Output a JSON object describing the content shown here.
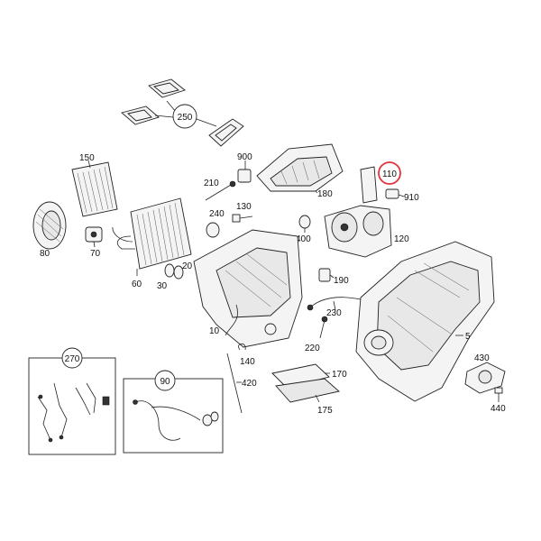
{
  "diagram": {
    "highlight_color": "#e0343a",
    "line_color": "#222222",
    "labels": {
      "l250": "250",
      "l150": "150",
      "l900": "900",
      "l110": "110",
      "l210": "210",
      "l180": "180",
      "l910": "910",
      "l130": "130",
      "l240": "240",
      "l400": "400",
      "l120": "120",
      "l80": "80",
      "l70": "70",
      "l20": "20",
      "l60": "60",
      "l30": "30",
      "l190": "190",
      "l230": "230",
      "l5": "5",
      "l10": "10",
      "l220": "220",
      "l430": "430",
      "l140": "140",
      "l170": "170",
      "l420": "420",
      "l175": "175",
      "l440": "440",
      "l270": "270",
      "l90": "90"
    }
  }
}
